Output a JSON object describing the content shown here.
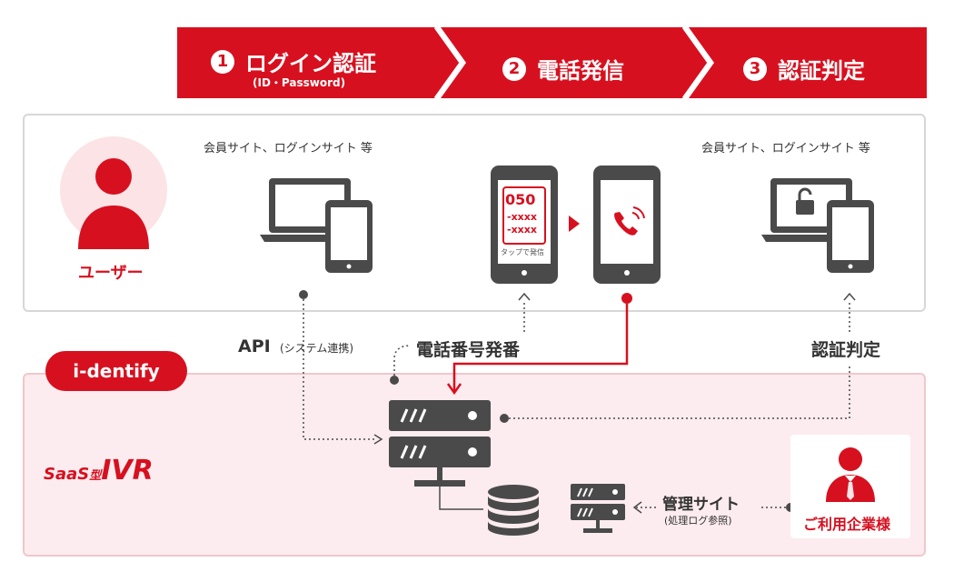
{
  "steps": [
    {
      "num": "1",
      "title": "ログイン認証",
      "sub": "(ID・Password)"
    },
    {
      "num": "2",
      "title": "電話発信"
    },
    {
      "num": "3",
      "title": "認証判定"
    }
  ],
  "user": {
    "label": "ユーザー",
    "site_caption_left": "会員サイト、ログインサイト 等",
    "site_caption_right": "会員サイト、ログインサイト 等"
  },
  "phone": {
    "number_line1": "050",
    "number_line2": "-xxxx",
    "number_line3": "-xxxx",
    "tap_label": "タップで発信"
  },
  "flows": {
    "api_label": "API",
    "api_sub": "(システム連携)",
    "phone_number_label": "電話番号発番",
    "verdict_label": "認証判定",
    "admin_label": "管理サイト",
    "admin_sub": "(処理ログ参照)"
  },
  "service": {
    "brand": "i-dentify",
    "product_prefix": "SaaS",
    "product_type": "型",
    "product_name": "IVR"
  },
  "corp": {
    "label": "ご利用企業様"
  },
  "colors": {
    "accent": "#d7101f",
    "dark": "#4a4a4a",
    "pink_bg": "#fcecef",
    "border": "#d7d7d7"
  }
}
